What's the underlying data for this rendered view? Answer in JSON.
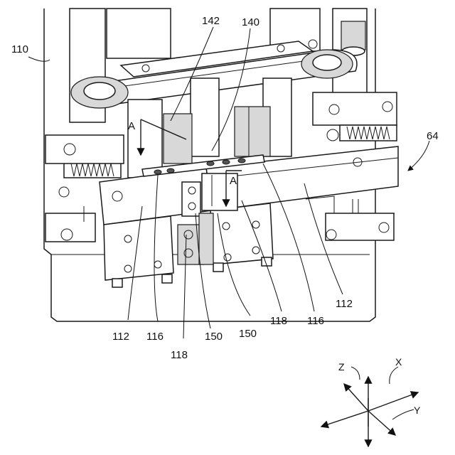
{
  "labels": {
    "l110": "110",
    "l142": "142",
    "l140": "140",
    "l64": "64",
    "l112a": "112",
    "l116a": "116",
    "l118a": "118",
    "l150a": "150",
    "l150b": "150",
    "l118b": "118",
    "l116b": "116",
    "l112b": "112",
    "sectionA1": "A",
    "sectionA2": "A"
  },
  "axes": {
    "z": "Z",
    "x": "X",
    "y": "Y"
  }
}
